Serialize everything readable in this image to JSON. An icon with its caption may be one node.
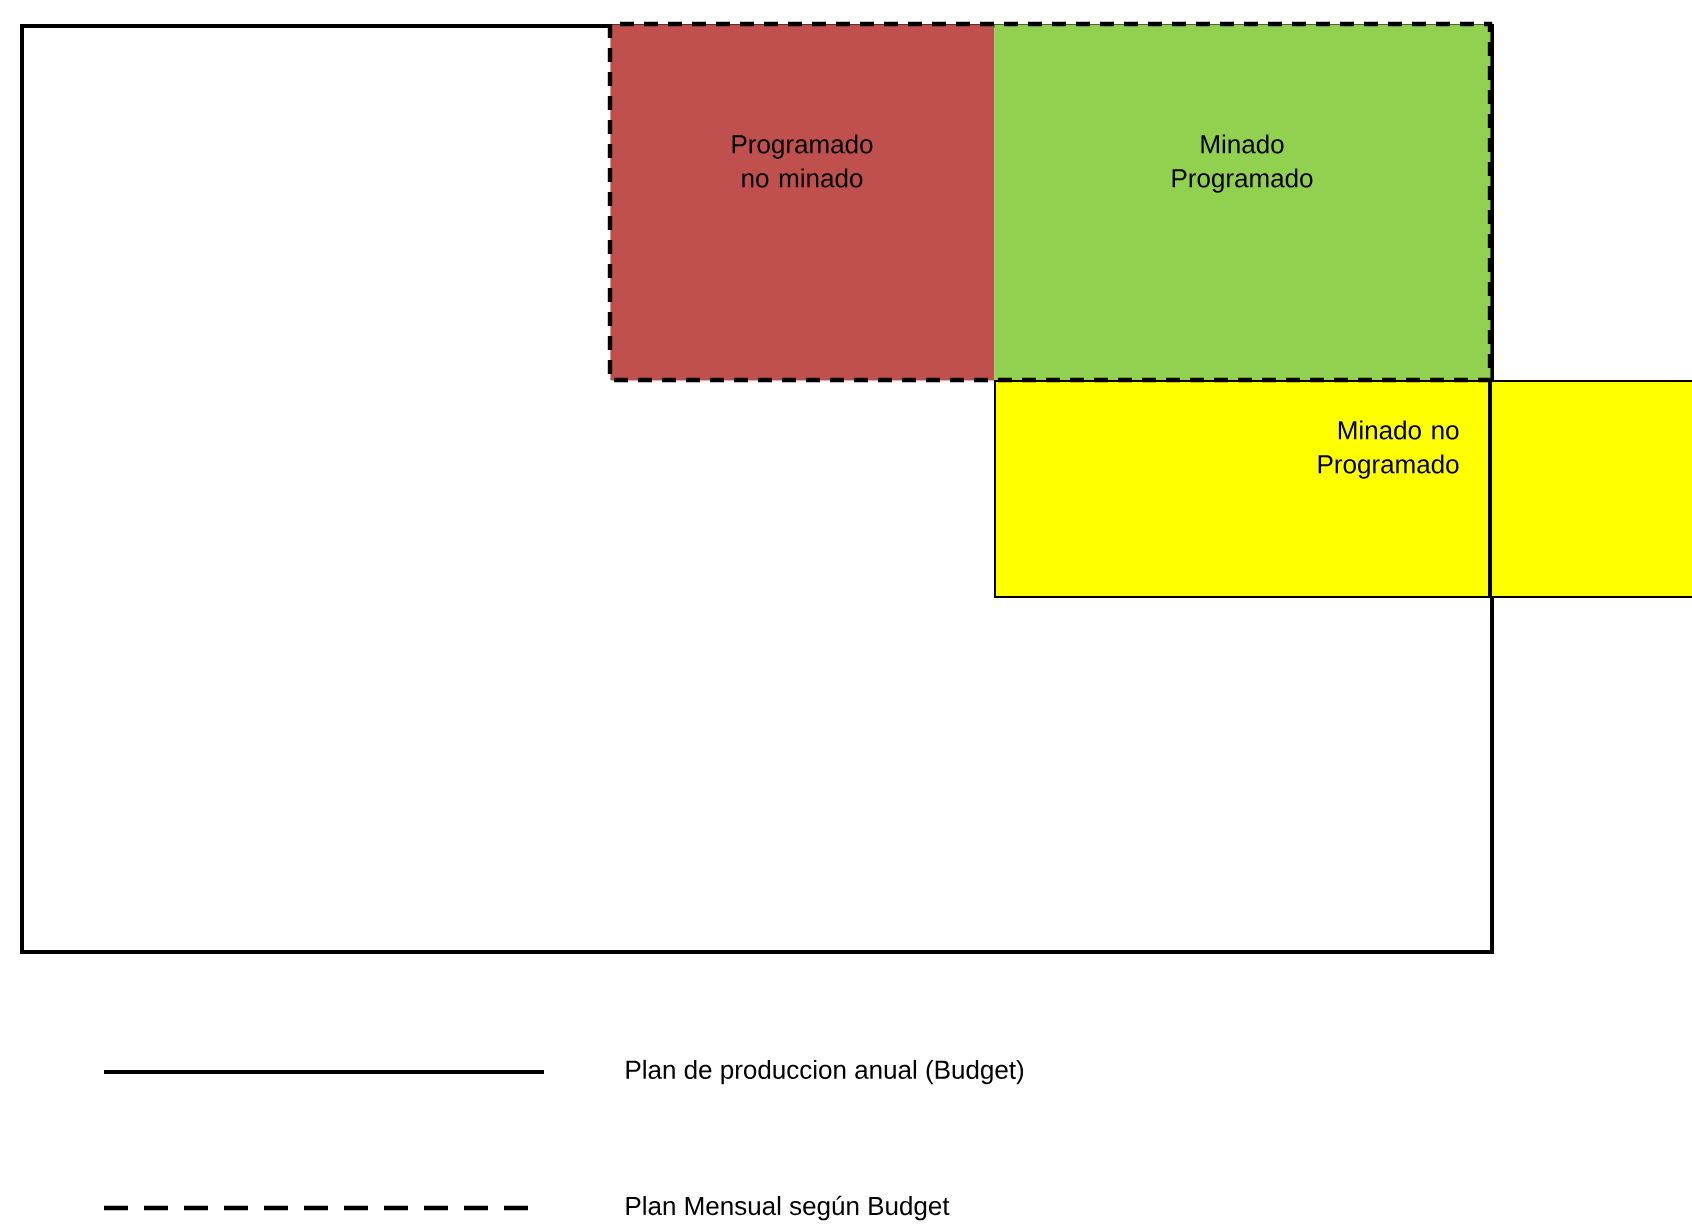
{
  "diagram": {
    "nodes": [
      {
        "text": [],
        "shape": "box"
      },
      {
        "text": [
          "Programado no minado"
        ],
        "in": 0
      },
      {
        "text": [
          "Minado Programado"
        ],
        "in": 0
      },
      {
        "text": [
          "Minado no Programado"
        ]
      }
    ],
    "edges": [],
    "legend": [
      {
        "text": "Plan de produccion anual (Budget)"
      },
      {
        "text": "Plan Mensual según Budget"
      }
    ]
  }
}
